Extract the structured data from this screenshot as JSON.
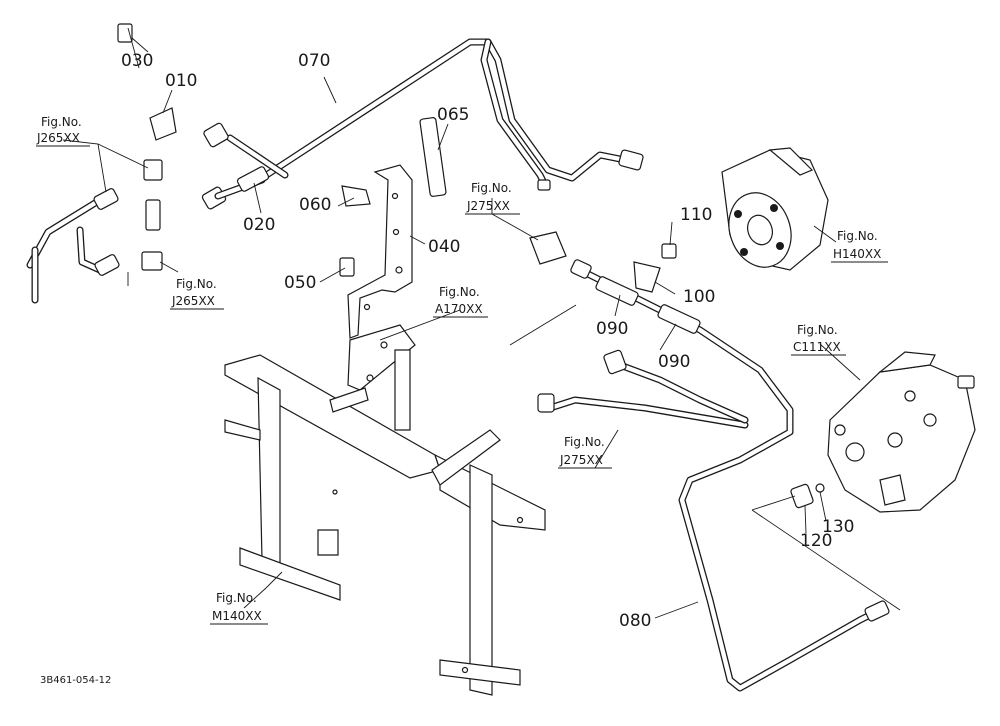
{
  "diagram": {
    "drawing_code": "3B461-054-12",
    "part_labels": [
      {
        "id": "p030",
        "text": "030"
      },
      {
        "id": "p010",
        "text": "010"
      },
      {
        "id": "p070",
        "text": "070"
      },
      {
        "id": "p065",
        "text": "065"
      },
      {
        "id": "p060",
        "text": "060"
      },
      {
        "id": "p020",
        "text": "020"
      },
      {
        "id": "p040",
        "text": "040"
      },
      {
        "id": "p050",
        "text": "050"
      },
      {
        "id": "p110",
        "text": "110"
      },
      {
        "id": "p100",
        "text": "100"
      },
      {
        "id": "p090a",
        "text": "090"
      },
      {
        "id": "p090b",
        "text": "090"
      },
      {
        "id": "p120",
        "text": "120"
      },
      {
        "id": "p130",
        "text": "130"
      },
      {
        "id": "p080",
        "text": "080"
      }
    ],
    "figure_refs": [
      {
        "id": "f1",
        "line1": "Fig.No.",
        "line2": "J265XX"
      },
      {
        "id": "f2",
        "line1": "Fig.No.",
        "line2": "J265XX"
      },
      {
        "id": "f3",
        "line1": "Fig.No.",
        "line2": "J275XX"
      },
      {
        "id": "f4",
        "line1": "Fig.No.",
        "line2": "A170XX"
      },
      {
        "id": "f5",
        "line1": "Fig.No.",
        "line2": "H140XX"
      },
      {
        "id": "f6",
        "line1": "Fig.No.",
        "line2": "C111XX"
      },
      {
        "id": "f7",
        "line1": "Fig.No.",
        "line2": "J275XX"
      },
      {
        "id": "f8",
        "line1": "Fig.No.",
        "line2": "M140XX"
      }
    ]
  }
}
